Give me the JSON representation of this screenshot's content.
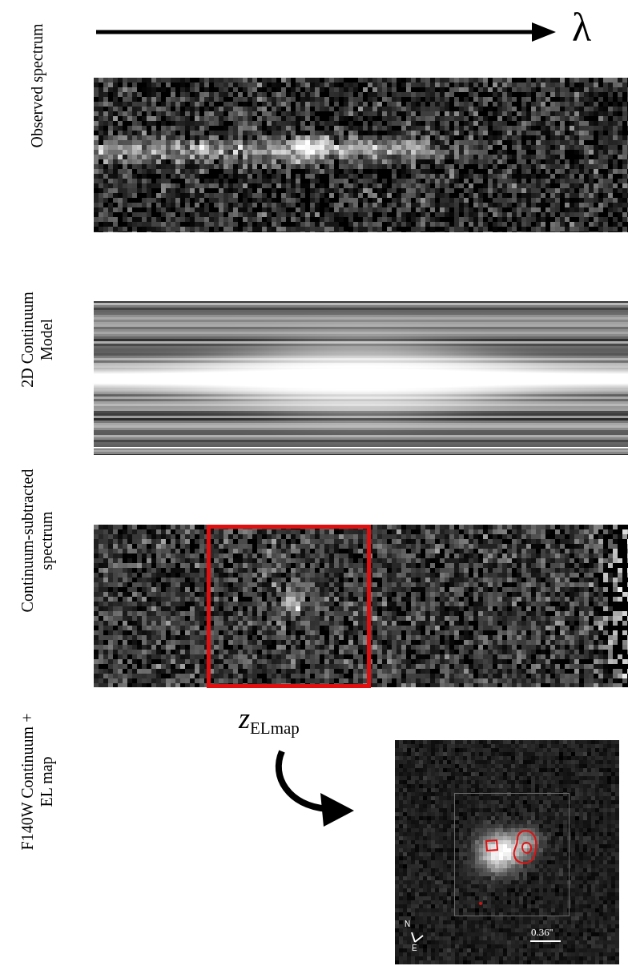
{
  "diagram": {
    "labels": [
      "λ",
      "Observed spectrum",
      "2D Continuum Model",
      "Continuum-subtracted spectrum",
      "z",
      "ELmap",
      "F140W Continuum + EL map",
      "N",
      "E",
      "0.36''"
    ]
  }
}
